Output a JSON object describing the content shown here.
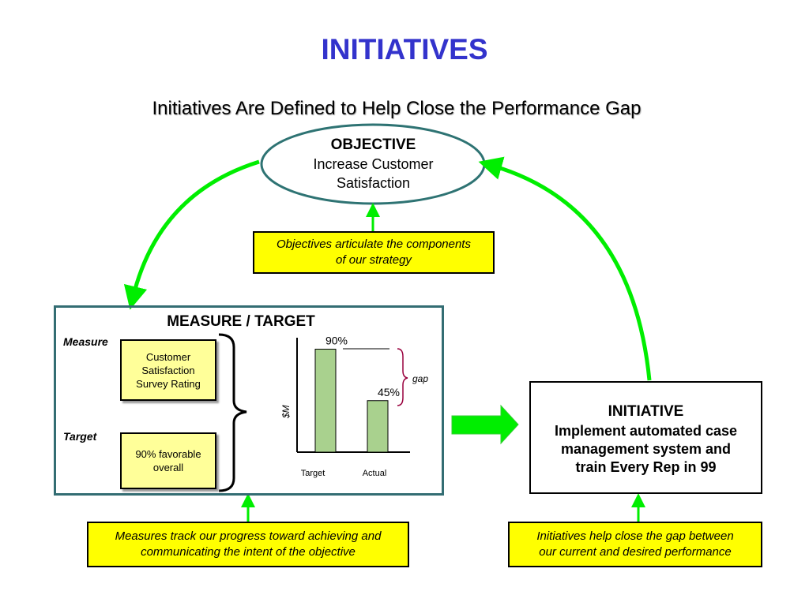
{
  "title": "INITIATIVES",
  "subtitle": "Initiatives Are Defined to Help Close the Performance Gap",
  "objective": {
    "heading": "OBJECTIVE",
    "line1": "Increase Customer",
    "line2": "Satisfaction"
  },
  "objective_note": {
    "line1": "Objectives articulate the components",
    "line2": "of our strategy"
  },
  "measure_target": {
    "heading": "MEASURE / TARGET",
    "measure_label": "Measure",
    "measure_box": [
      "Customer",
      "Satisfaction",
      "Survey Rating"
    ],
    "target_label": "Target",
    "target_box": [
      "90% favorable",
      "overall"
    ]
  },
  "chart_data": {
    "type": "bar",
    "categories": [
      "Target",
      "Actual"
    ],
    "values": [
      90,
      45
    ],
    "data_labels": [
      "90%",
      "45%"
    ],
    "ylabel": "$M",
    "ylim": [
      0,
      100
    ],
    "annotation": "gap",
    "bar_color": "#a9d18e"
  },
  "initiative": {
    "heading": "INITIATIVE",
    "line1": "Implement automated case",
    "line2": "management system and",
    "line3": "train Every Rep in 99"
  },
  "measures_note": {
    "line1": "Measures track our progress toward achieving and",
    "line2": "communicating the intent of the objective"
  },
  "initiatives_note": {
    "line1": "Initiatives help close the gap between",
    "line2": "our current and desired performance"
  },
  "colors": {
    "title": "#3333cc",
    "arrow_green": "#00ee00",
    "note_yellow": "#ffff00",
    "box_light_yellow": "#ffff99",
    "teal": "#336d73"
  }
}
